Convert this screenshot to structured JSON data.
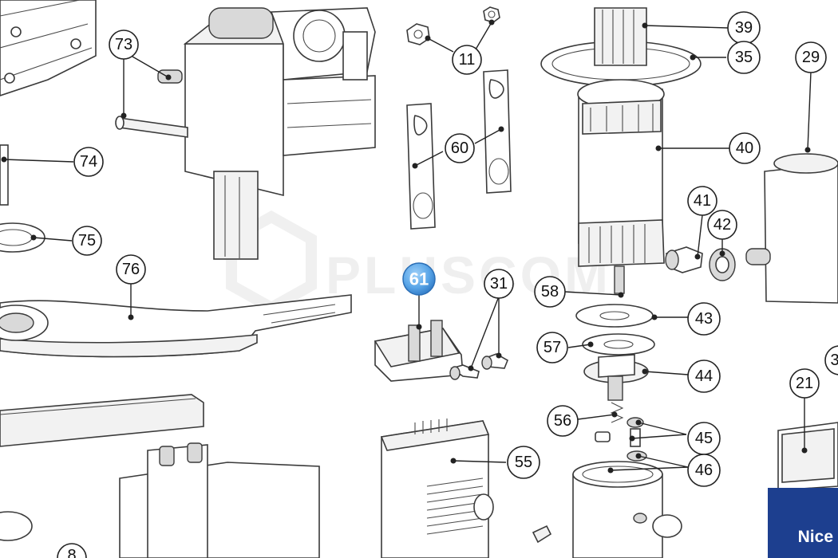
{
  "diagram": {
    "highlighted_part": "61",
    "callouts": [
      "73",
      "74",
      "75",
      "76",
      "8",
      "11",
      "60",
      "61",
      "31",
      "39",
      "35",
      "29",
      "40",
      "41",
      "42",
      "58",
      "43",
      "57",
      "44",
      "56",
      "45",
      "46",
      "55",
      "21",
      "3"
    ],
    "watermark": "PLUSCOM",
    "brand": "Nice"
  },
  "colors": {
    "highlight": "#5aa6e8",
    "brand_badge": "#1d3f8f"
  }
}
